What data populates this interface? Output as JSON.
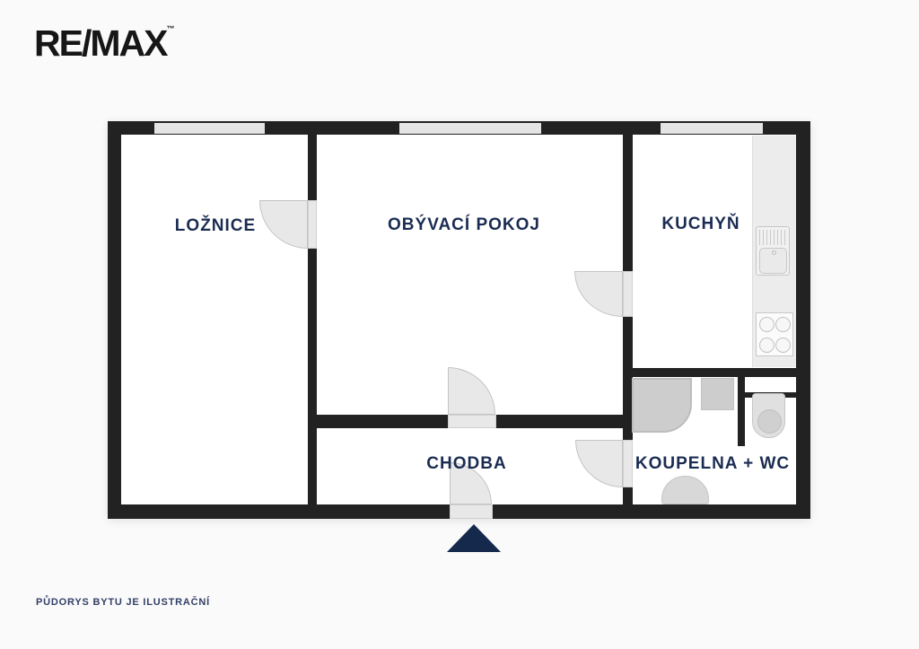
{
  "brand": {
    "logo_text": "RE/MAX",
    "trademark": "™"
  },
  "rooms": {
    "bedroom": {
      "label": "LOŽNICE"
    },
    "living_room": {
      "label": "OBÝVACÍ POKOJ"
    },
    "kitchen": {
      "label": "KUCHYŇ"
    },
    "hallway": {
      "label": "CHODBA"
    },
    "bathroom": {
      "label": "KOUPELNA + WC"
    }
  },
  "footer": {
    "disclaimer": "PŮDORYS BYTU JE ILUSTRAČNÍ"
  },
  "icons": {
    "entrance_arrow": "triangle-up",
    "door_symbol": "quarter-circle-swing-arc",
    "window_symbol": "gray-wall-gap",
    "kitchen_fixtures": [
      "counter",
      "sink",
      "stove"
    ],
    "bathroom_fixtures": [
      "corner-shower",
      "washing-machine",
      "toilet",
      "washbasin"
    ]
  },
  "colors": {
    "background": "#fafafa",
    "floor": "#ffffff",
    "wall": "#222222",
    "window_gray": "#e4e4e4",
    "opening_gray": "#e8e8e8",
    "fixture_gray": "#cdcdcd",
    "accent_navy": "#1b2c52",
    "arrow_navy": "#15294d",
    "logo_black": "#161616",
    "footer_navy": "#323f66"
  }
}
